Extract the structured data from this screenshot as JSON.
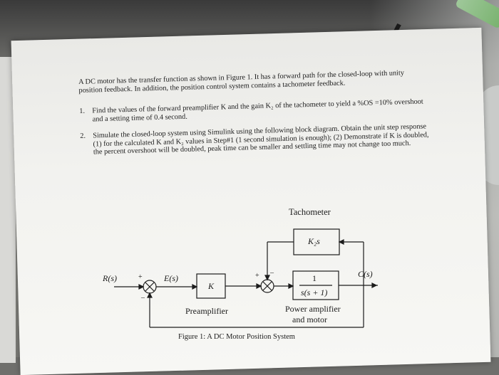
{
  "problem": {
    "intro": "A DC motor has the transfer function as shown in Figure 1. It has a forward path for the closed-loop with unity position feedback. In addition, the position control system contains a tachometer feedback.",
    "questions": [
      {
        "number": "1.",
        "text": "Find the values of the forward preamplifier K and the gain K₂ of the tachometer to yield a %OS =10% overshoot and a setting time of 0.4 second."
      },
      {
        "number": "2.",
        "text": "Simulate the closed-loop system using Simulink using the following block diagram. Obtain the unit step response (1) for the calculated K and K₂ values in Step#1 (1 second simulation is enough); (2) Demonstrate if K is doubled, the percent overshoot will be doubled, peak time can be smaller and settling time may not change too much."
      }
    ]
  },
  "diagram": {
    "tachometer_label": "Tachometer",
    "tachometer_block": "K₂s",
    "input_label": "R(s)",
    "error_label": "E(s)",
    "output_label": "C(s)",
    "preamp_block": "K",
    "preamp_label": "Preamplifier",
    "plant_numerator": "1",
    "plant_denominator": "s(s + 1)",
    "plant_label_line1": "Power amplifier",
    "plant_label_line2": "and motor",
    "sum1_plus": "+",
    "sum1_minus": "–",
    "sum2_plus": "+",
    "sum2_minus": "–",
    "caption": "Figure 1: A DC Motor Position System"
  }
}
